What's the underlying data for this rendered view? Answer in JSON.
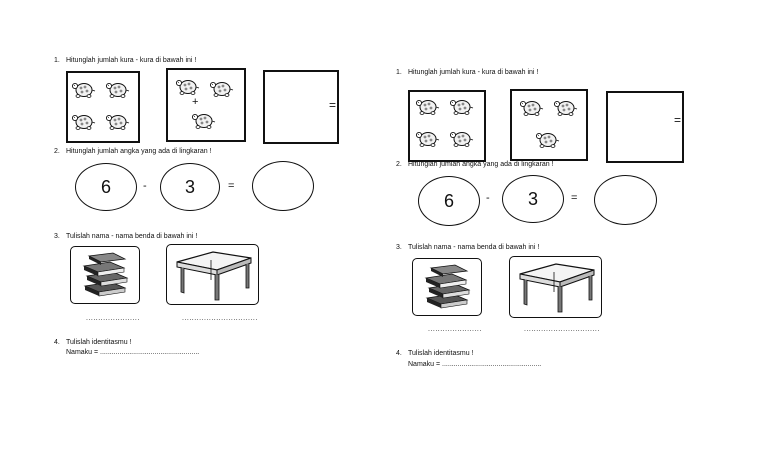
{
  "q1": {
    "number": "1.",
    "text": "Hitunglah jumlah kura - kura di bawah ini !",
    "plus": "+",
    "equals": "="
  },
  "q2": {
    "number": "2.",
    "text": "Hitunglah jumlah angka yang ada di lingkaran !",
    "a": "6",
    "minus": "-",
    "b": "3",
    "equals": "="
  },
  "q3": {
    "number": "3.",
    "text": "Tulislah nama - nama benda di bawah ini !",
    "blank1": "......................",
    "blank2": "..............................."
  },
  "q4": {
    "number": "4.",
    "text": "Tulislah identitasmu !",
    "name_label": "Namaku = ..................................................."
  }
}
